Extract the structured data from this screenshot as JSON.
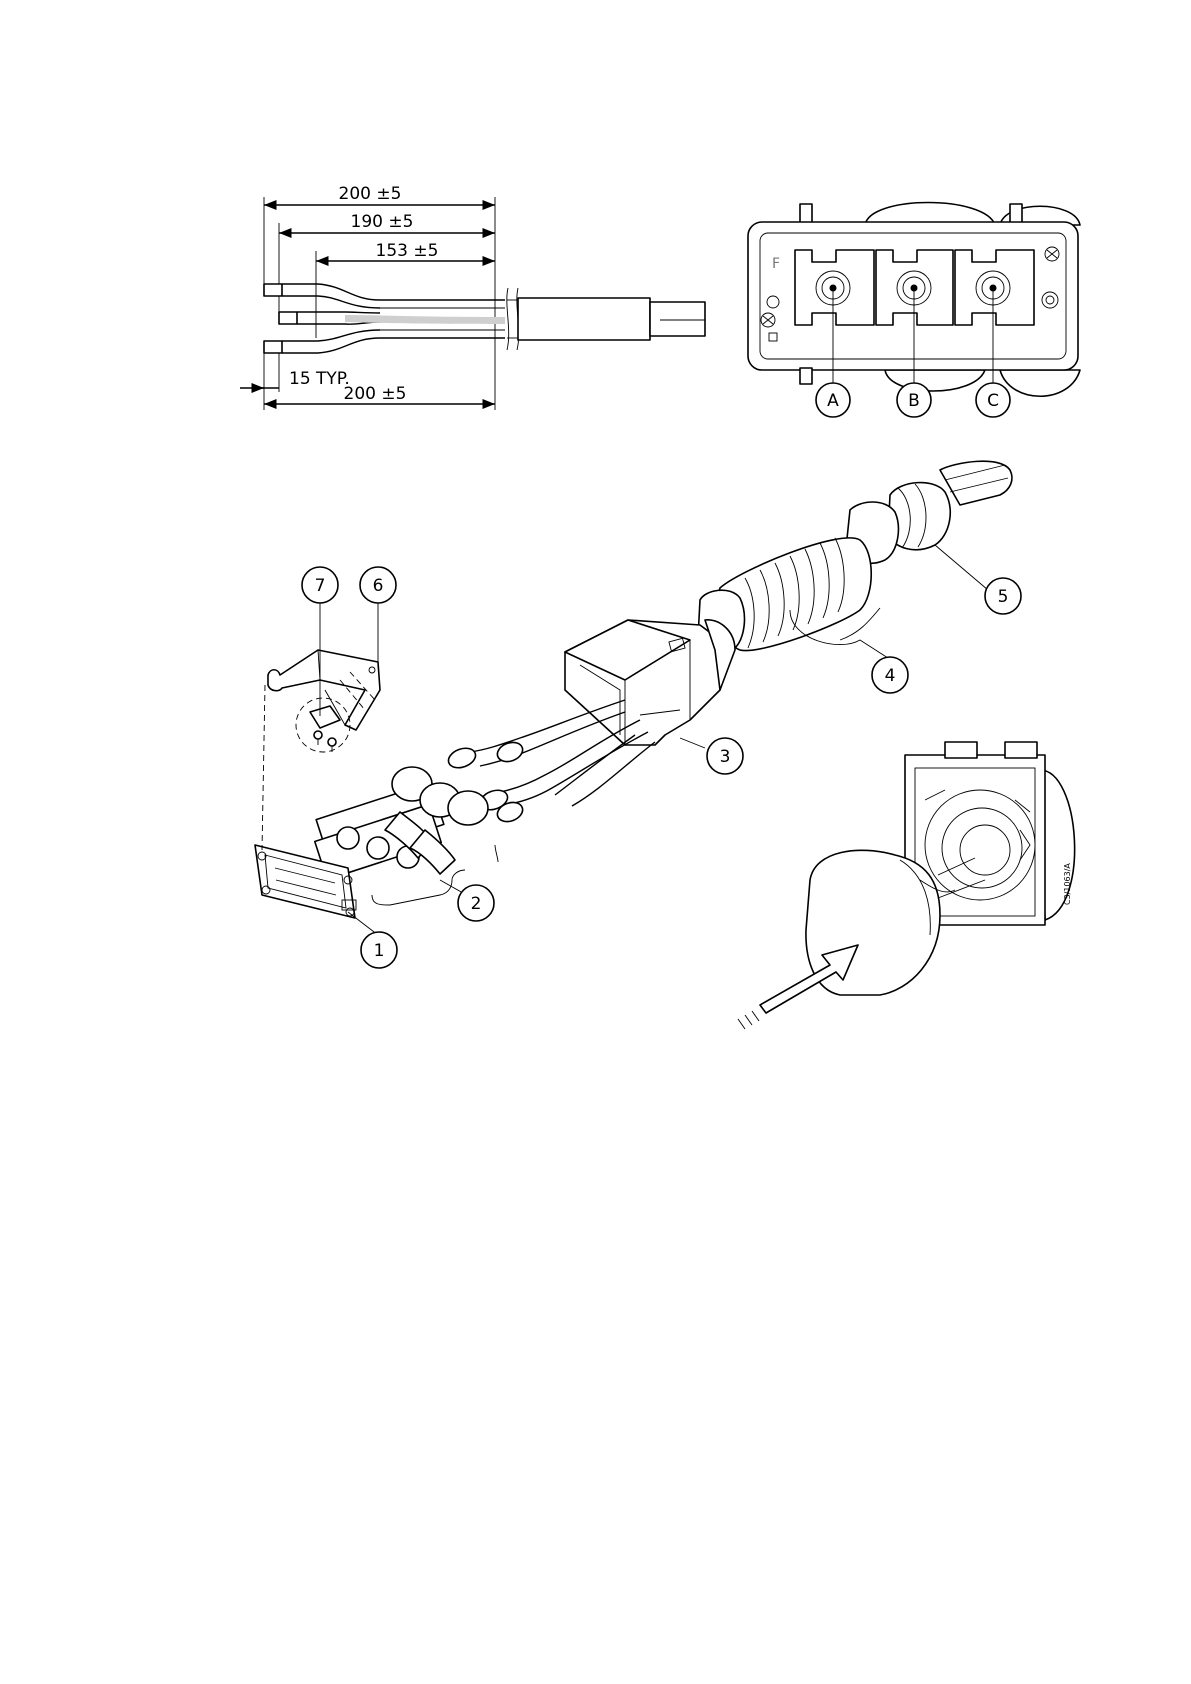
{
  "dimensions": {
    "overall_top": "200 ±5",
    "middle": "190 ±5",
    "inner": "153 ±5",
    "strip": "15 TYP.",
    "overall_bottom": "200 ±5"
  },
  "socket": {
    "face_letter": "F",
    "contacts": [
      "A",
      "B",
      "C"
    ]
  },
  "callouts": [
    "1",
    "2",
    "3",
    "4",
    "5",
    "6",
    "7"
  ],
  "figure_code": "C3/1063/A"
}
